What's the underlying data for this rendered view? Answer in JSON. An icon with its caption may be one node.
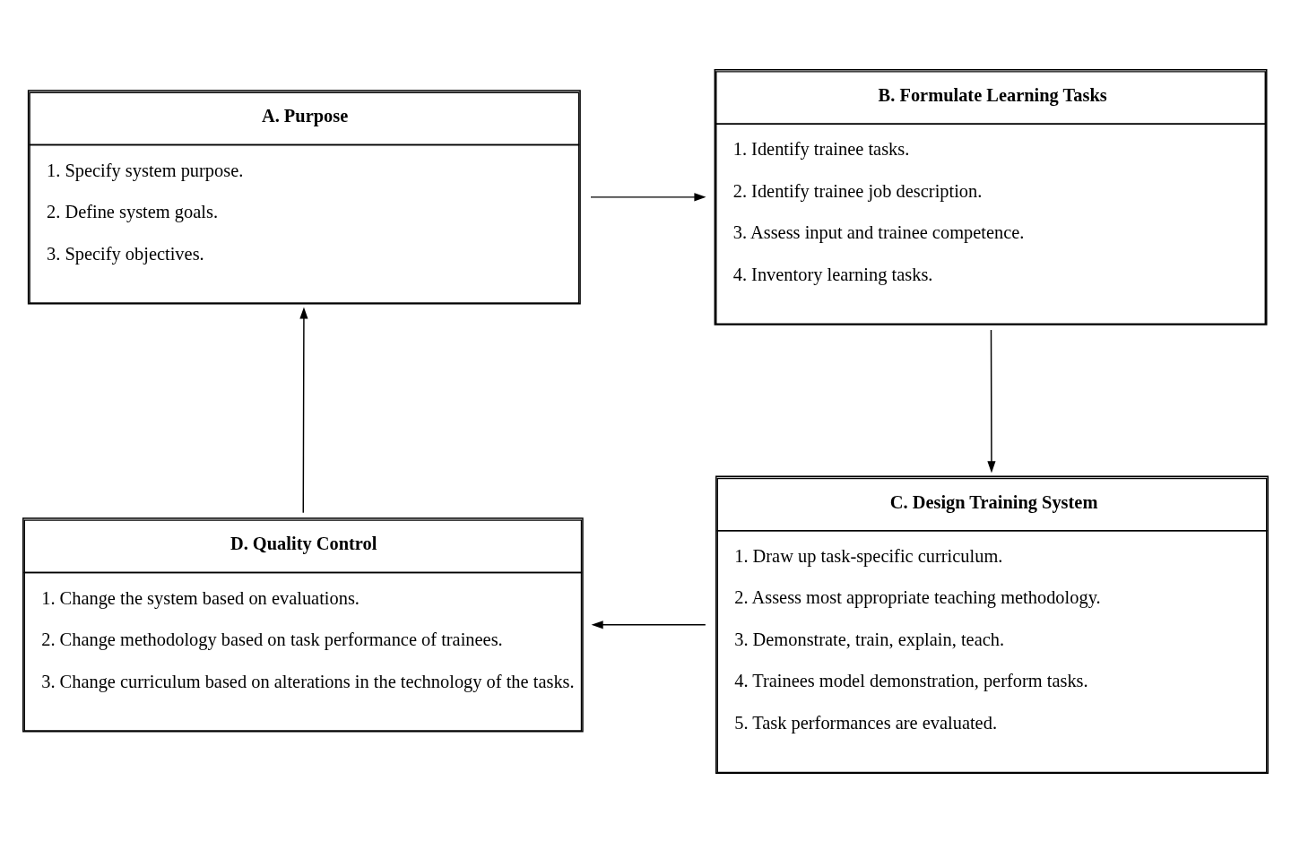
{
  "diagram": {
    "nodes": [
      {
        "text": [
          "A. Purpose",
          "1. Specify system purpose.",
          "2. Define system goals.",
          "3. Specify objectives."
        ]
      },
      {
        "text": [
          "B. Formulate Learning Tasks",
          "1. Identify trainee tasks.",
          "2. Identify trainee job description.",
          "3. Assess input and trainee competence.",
          "4. Inventory learning tasks."
        ]
      },
      {
        "text": [
          "C. Design Training System",
          "1. Draw up task-specific curriculum.",
          "2. Assess most appropriate teaching methodology.",
          "3. Demonstrate, train, explain, teach.",
          "4. Trainees model demonstration, perform tasks.",
          "5. Task performances are evaluated."
        ]
      },
      {
        "text": [
          "D. Quality Control",
          "1. Change the system based on evaluations.",
          "2. Change methodology based on task performance of trainees.",
          "3. Change curriculum based on alterations in the technology of the tasks."
        ]
      }
    ],
    "edges": [
      {
        "from": 0,
        "to": 1,
        "arrow": "to"
      },
      {
        "from": 1,
        "to": 2,
        "arrow": "to"
      },
      {
        "from": 2,
        "to": 3,
        "arrow": "to"
      },
      {
        "from": 3,
        "to": 0,
        "arrow": "to"
      }
    ]
  }
}
